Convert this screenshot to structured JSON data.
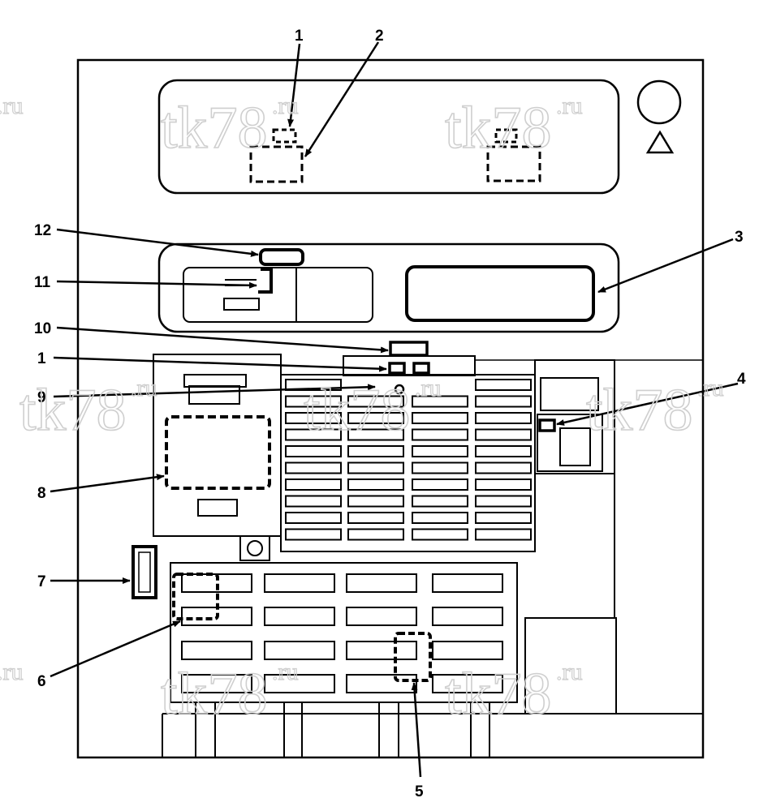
{
  "watermark": {
    "main": "tk78",
    "suffix": ".ru"
  },
  "callouts": [
    {
      "id": "1-top",
      "text": "1"
    },
    {
      "id": "2",
      "text": "2"
    },
    {
      "id": "3",
      "text": "3"
    },
    {
      "id": "12",
      "text": "12"
    },
    {
      "id": "11",
      "text": "11"
    },
    {
      "id": "10",
      "text": "10"
    },
    {
      "id": "1-mid",
      "text": "1"
    },
    {
      "id": "9",
      "text": "9"
    },
    {
      "id": "4",
      "text": "4"
    },
    {
      "id": "8",
      "text": "8"
    },
    {
      "id": "7",
      "text": "7"
    },
    {
      "id": "6",
      "text": "6"
    },
    {
      "id": "5",
      "text": "5"
    }
  ],
  "colors": {
    "line": "#000000",
    "watermark": "#cfcfcf",
    "background": "#ffffff"
  },
  "icons": [
    "circle-indicator-icon",
    "triangle-warning-icon"
  ]
}
